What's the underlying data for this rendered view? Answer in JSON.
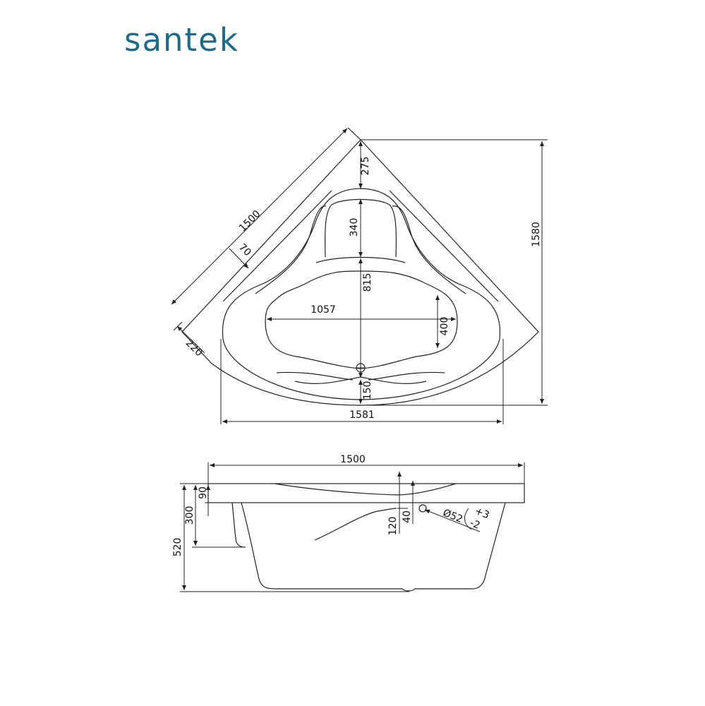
{
  "brand": {
    "logo_text": "santek",
    "color": "#1f6a87"
  },
  "top_view": {
    "dimensions": {
      "side_length": "1500",
      "depth": "1580",
      "width": "1581",
      "corner_to_headrest": "275",
      "headrest": "340",
      "basin_length": "815",
      "basin_width": "1057",
      "basin_end_width": "400",
      "front_rim": "150",
      "rim_width": "70",
      "apron_offset": "220"
    }
  },
  "side_view": {
    "dimensions": {
      "length": "1500",
      "rim_height": "90",
      "apron_height": "300",
      "total_height": "520",
      "overflow_from_rim": "120",
      "overflow_offset": "40",
      "overflow_diameter": "Ø52",
      "tolerance_plus": "+3",
      "tolerance_minus": "-2"
    }
  }
}
